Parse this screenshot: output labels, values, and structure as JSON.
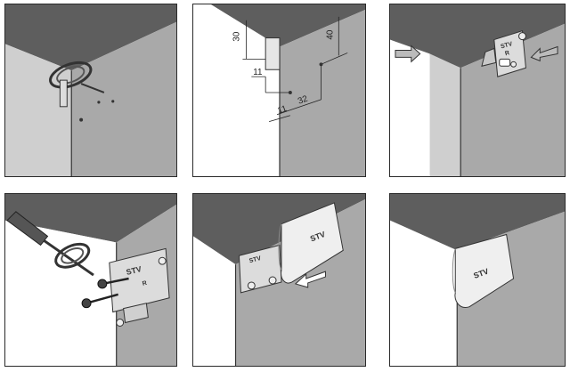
{
  "dimensions": {
    "d30": "30",
    "d11a": "11",
    "d40": "40",
    "d11b": "11",
    "d32": "32"
  },
  "clip_labels": {
    "step3": "STV",
    "step3_side": "R",
    "step4": "STV",
    "step4_side": "R",
    "step5_clip": "STV",
    "step5_cover": "STV",
    "step6_cover": "STV"
  },
  "colors": {
    "top": "#5e5e5e",
    "wall": "#c9c9c9",
    "side": "#a9a9a9",
    "metal": "#dcdcdc",
    "cover": "#efefef"
  }
}
